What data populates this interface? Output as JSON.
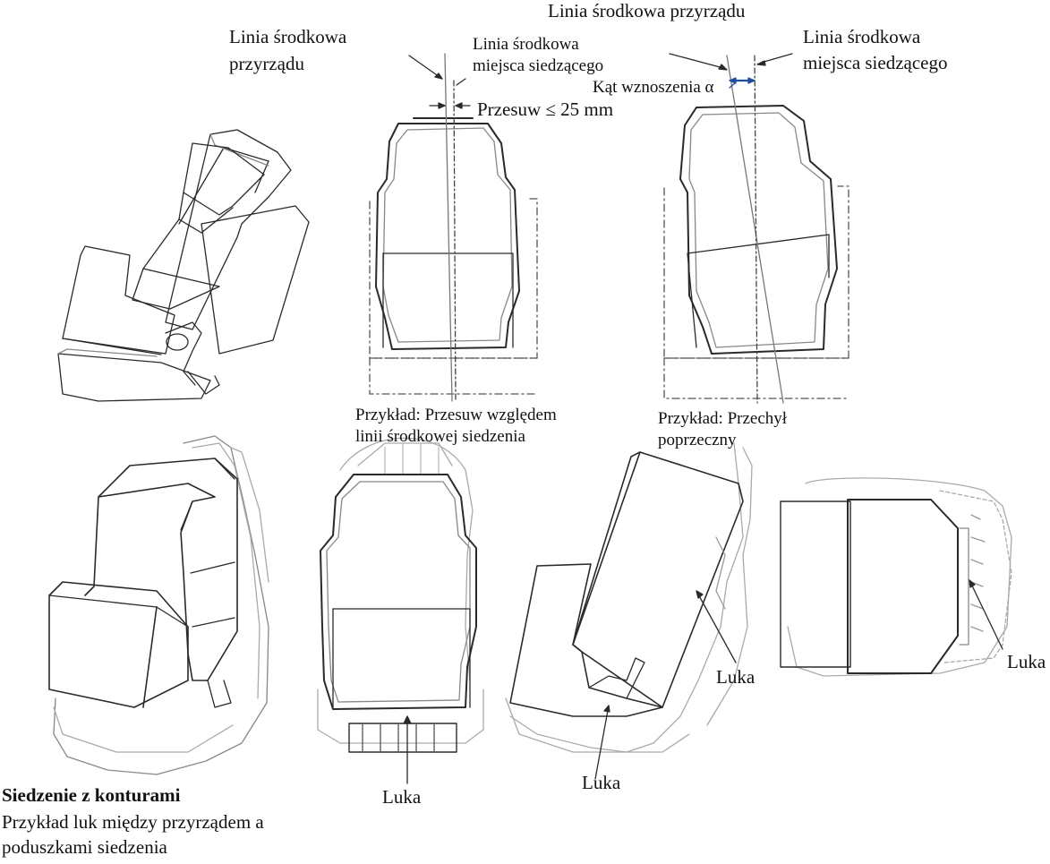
{
  "labels": {
    "top_center_instrument": "Linia środkowa przyrządu",
    "left_instrument_1": "Linia środkowa",
    "left_instrument_2": "przyrządu",
    "mid_seat_center_1": "Linia środkowa",
    "mid_seat_center_2": "miejsca siedzącego",
    "offset": "Przesuw ≤ 25 mm",
    "right_seat_center_1": "Linia środkowa",
    "right_seat_center_2": "miejsca siedzącego",
    "angle": "Kąt wznoszenia α",
    "example_offset_1": "Przykład: Przesuw względem",
    "example_offset_2": "linii środkowej siedzenia",
    "example_tilt_1": "Przykład: Przechył",
    "example_tilt_2": "poprzeczny",
    "gap_1": "Luka",
    "gap_2": "Luka",
    "gap_3": "Luka",
    "gap_4": "Luka",
    "caption_title": "Siedzenie z konturami",
    "caption_line_1": "Przykład luk między przyrządem a",
    "caption_line_2": "poduszkami siedzenia"
  },
  "colors": {
    "line": "#2a2a2a",
    "dashed": "#555555",
    "light": "#9a9a9a",
    "angle_arrow": "#1f4e9e"
  }
}
